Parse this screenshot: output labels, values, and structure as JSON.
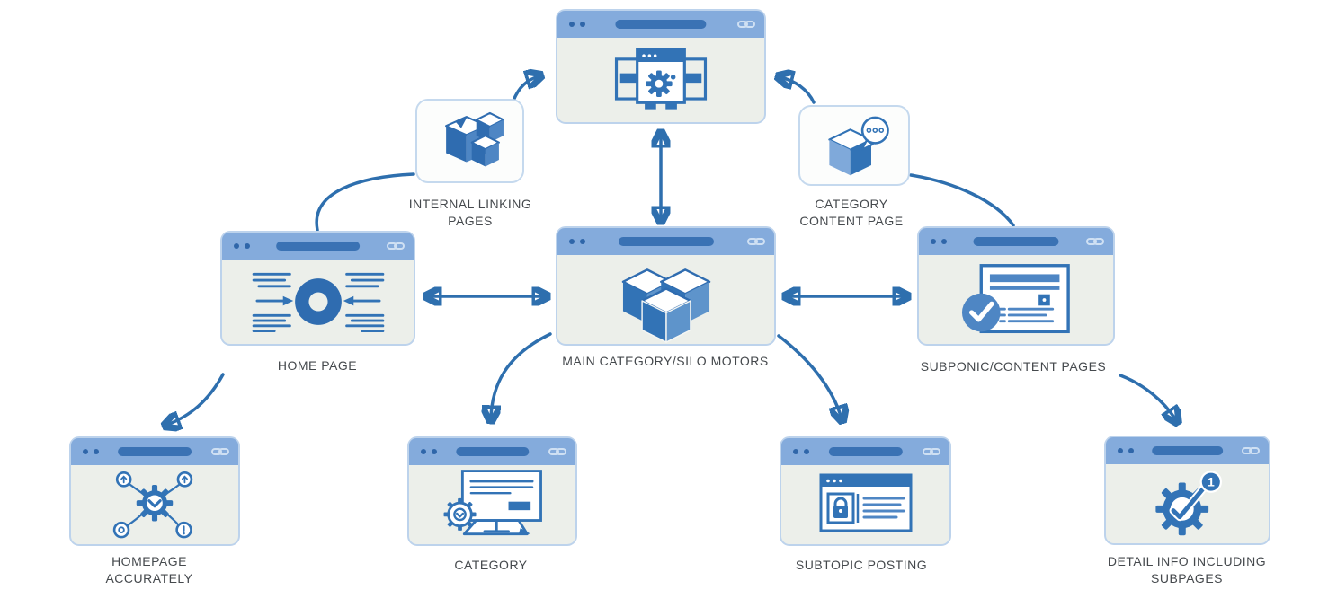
{
  "diagram": {
    "type": "seo-silo-structure",
    "colors": {
      "accent_arrow": "#2E6FAE",
      "window_header": "#84ABDC",
      "window_body": "#ECEFEA",
      "window_border": "#BDD3EC",
      "address_bar": "#3A72B4",
      "icon_dark": "#3273B6",
      "icon_mid": "#4E86C4",
      "icon_light": "#7FA9DA",
      "label_text": "#45494D"
    },
    "nodes": {
      "top_window": {
        "icon": "window-gear-icon",
        "label": ""
      },
      "internal_linking": {
        "icon": "cubes-stack-icon",
        "line1": "INTERNAL LINKING",
        "line2": "PAGES"
      },
      "category_content": {
        "icon": "cube-chat-icon",
        "line1": "CATEGORY",
        "line2": "CONTENT PAGE"
      },
      "home_page": {
        "icon": "donut-text-icon",
        "label": "HOME PAGE"
      },
      "main_category": {
        "icon": "cubes-trio-icon",
        "label": "MAIN CATEGORY/SILO MOTORS"
      },
      "subponic": {
        "icon": "page-check-icon",
        "label": "SUBPONIC/CONTENT PAGES"
      },
      "homepage_accurately": {
        "icon": "gear-network-icon",
        "line1": "HOMEPAGE",
        "line2": "ACCURATELY"
      },
      "category": {
        "icon": "monitor-gear-icon",
        "label": "CATEGORY"
      },
      "subtopic_posting": {
        "icon": "post-lock-icon",
        "label": "SUBTOPIC POSTING"
      },
      "detail_info": {
        "icon": "gear-check-badge-icon",
        "line1": "DETAIL INFO INCLUDING",
        "line2": "SUBPAGES",
        "badge": "1"
      }
    },
    "connections": [
      {
        "from": "home_page",
        "to": "internal_linking",
        "style": "curve",
        "arrow": "none"
      },
      {
        "from": "internal_linking",
        "to": "top_window",
        "style": "curve",
        "arrow": "end"
      },
      {
        "from": "category_content",
        "to": "top_window",
        "style": "curve",
        "arrow": "end"
      },
      {
        "from": "category_content",
        "to": "subponic",
        "style": "curve",
        "arrow": "none"
      },
      {
        "from": "top_window",
        "to": "main_category",
        "style": "straight",
        "arrow": "both"
      },
      {
        "from": "home_page",
        "to": "main_category",
        "style": "straight",
        "arrow": "both"
      },
      {
        "from": "main_category",
        "to": "subponic",
        "style": "straight",
        "arrow": "both"
      },
      {
        "from": "home_page",
        "to": "homepage_accurately",
        "style": "curve",
        "arrow": "end"
      },
      {
        "from": "main_category",
        "to": "category",
        "style": "curve",
        "arrow": "end"
      },
      {
        "from": "main_category",
        "to": "subtopic_posting",
        "style": "curve",
        "arrow": "end"
      },
      {
        "from": "subponic",
        "to": "detail_info",
        "style": "curve",
        "arrow": "end"
      }
    ]
  }
}
